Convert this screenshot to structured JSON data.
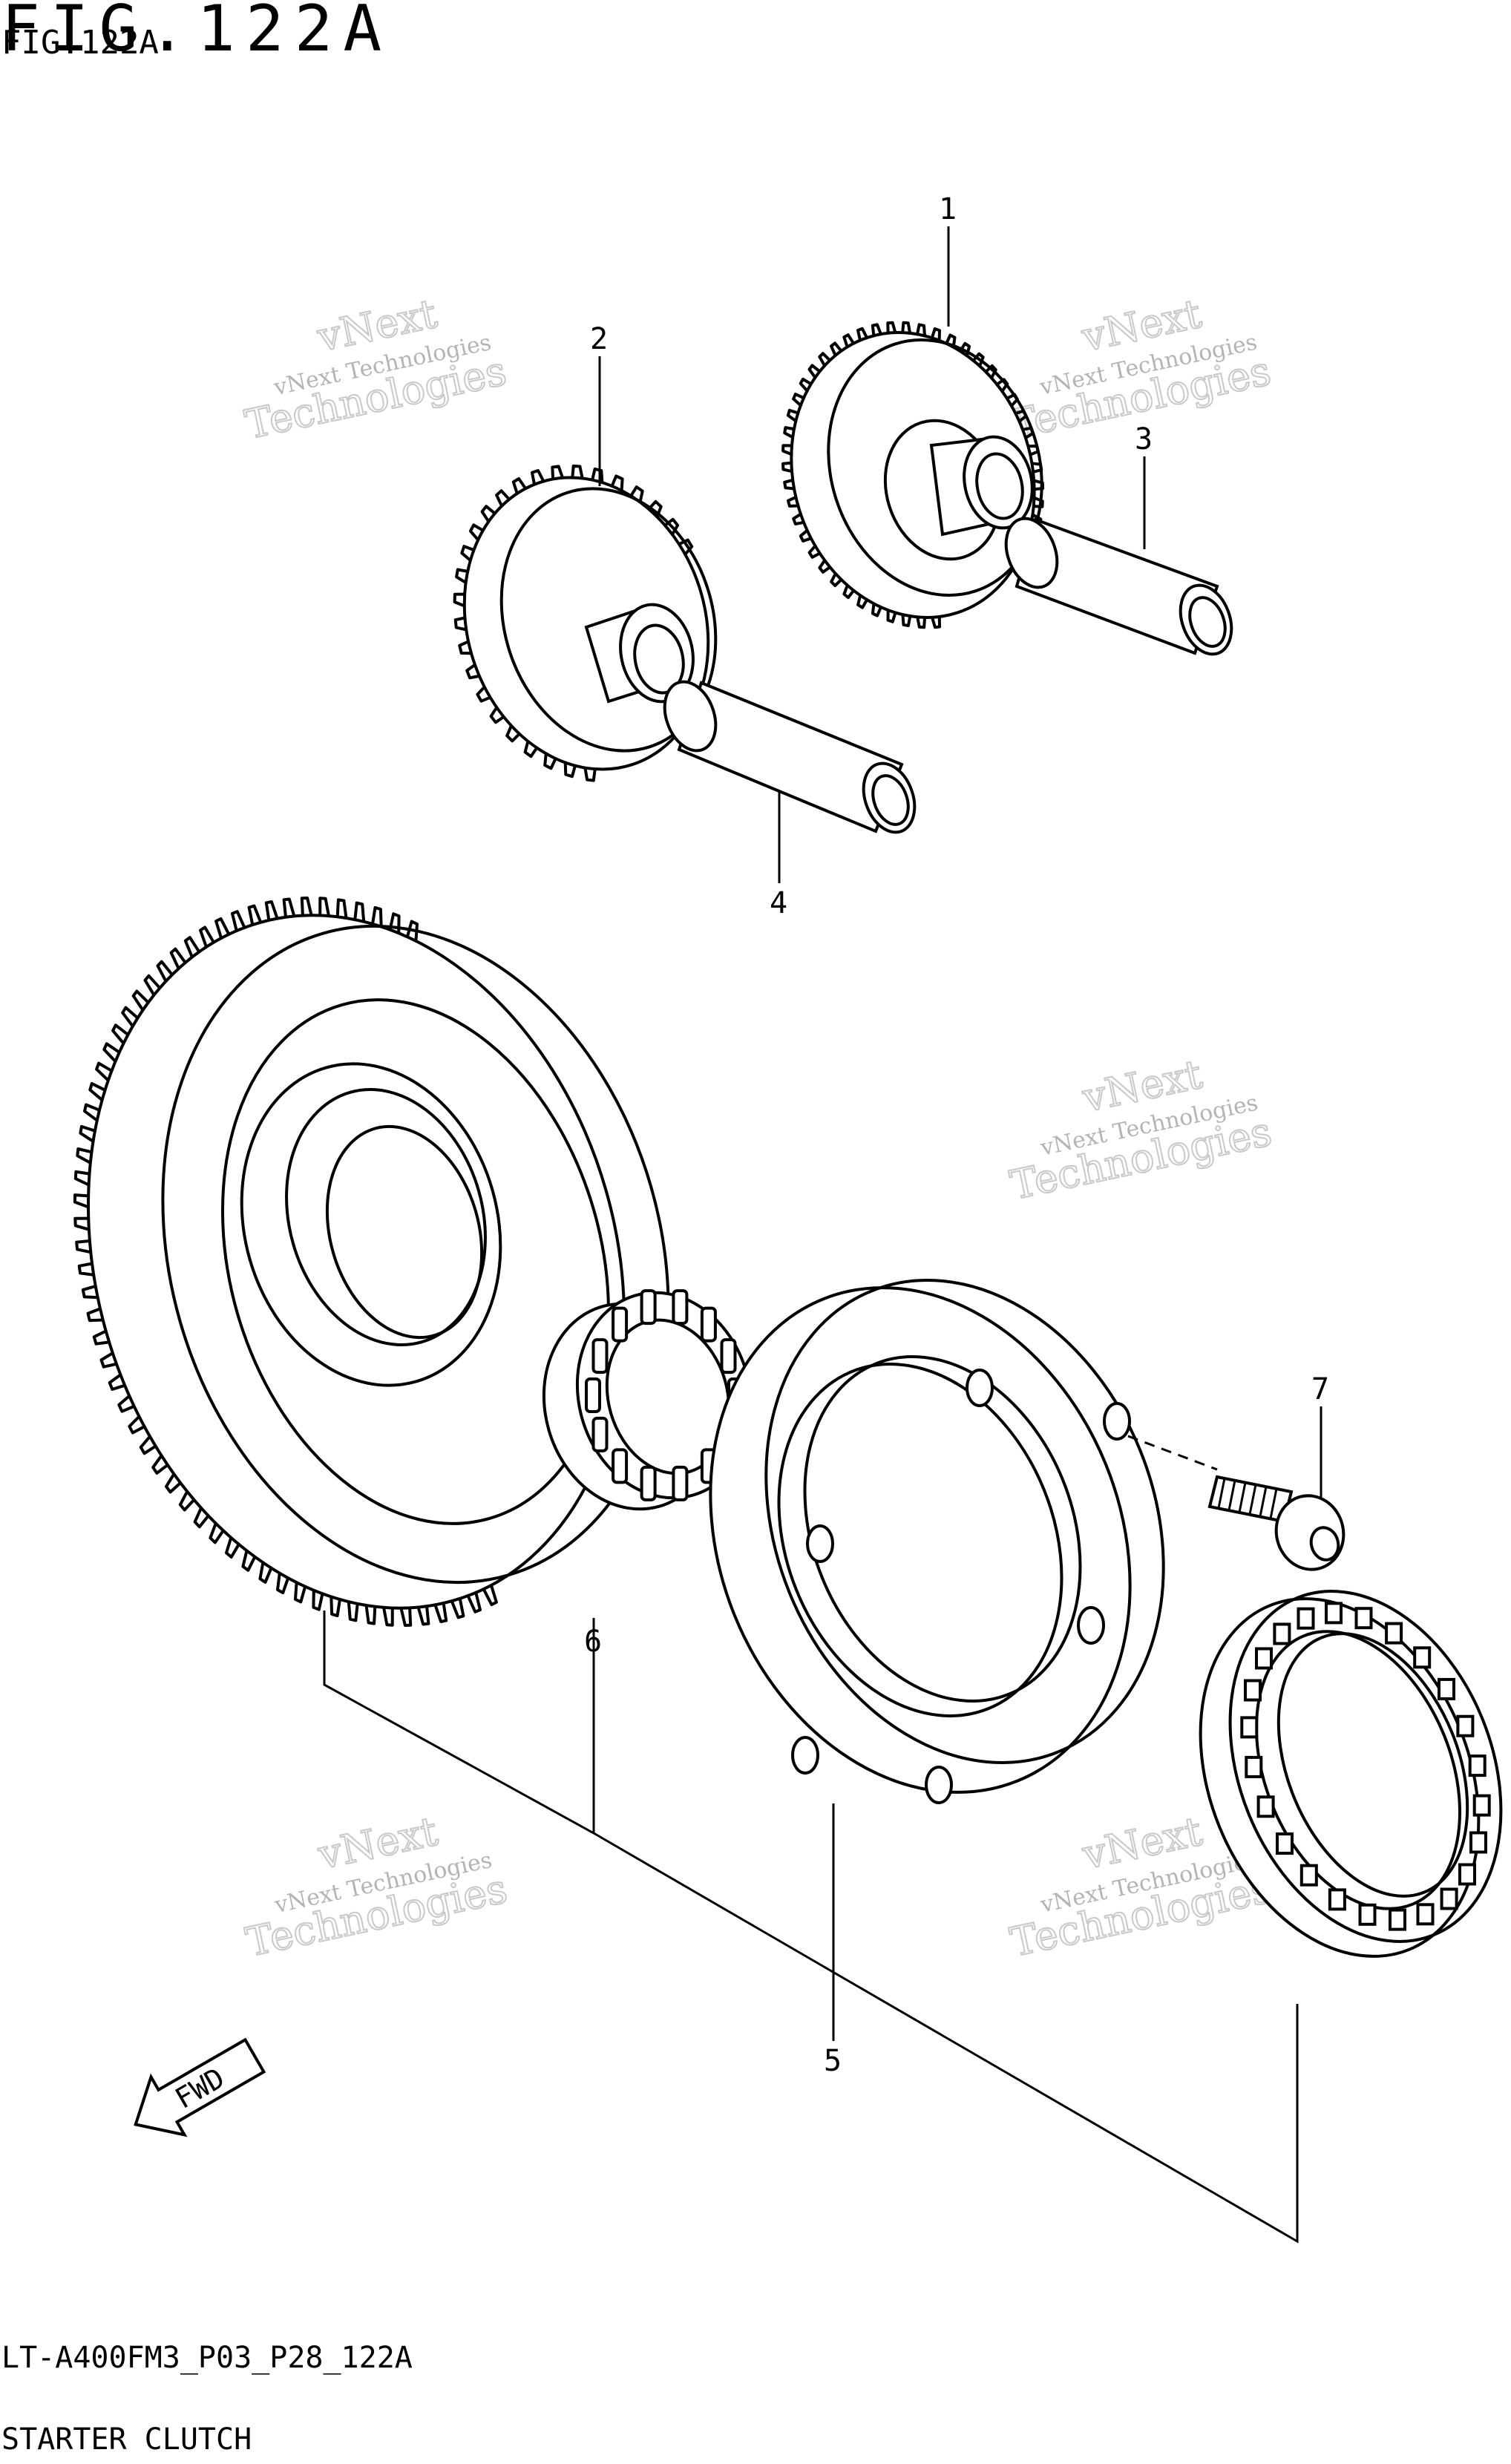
{
  "figure": {
    "title": "FIG.122A",
    "overlay_label": "FIG.122A"
  },
  "callouts": [
    {
      "id": "1",
      "label": "1"
    },
    {
      "id": "2",
      "label": "2"
    },
    {
      "id": "3",
      "label": "3"
    },
    {
      "id": "4",
      "label": "4"
    },
    {
      "id": "5",
      "label": "5"
    },
    {
      "id": "6",
      "label": "6"
    },
    {
      "id": "7",
      "label": "7"
    }
  ],
  "fwd_arrow": {
    "label": "FWD"
  },
  "watermark": {
    "line1": "vNext Technologies",
    "line2": "vNext",
    "line3": "Technologies"
  },
  "footer": {
    "model_code": "LT-A400FM3_P03_P28_122A",
    "section_name": "STARTER CLUTCH"
  }
}
